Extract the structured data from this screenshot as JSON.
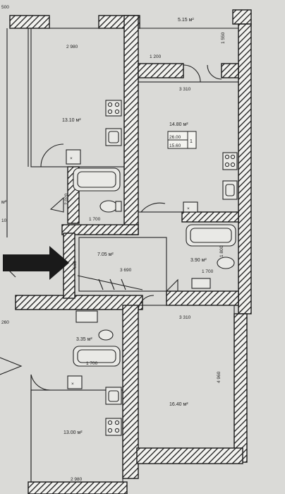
{
  "rooms": [
    {
      "id": "room-top-right",
      "area": "5.15 м²"
    },
    {
      "id": "room-left-top",
      "area": "13.10 м²"
    },
    {
      "id": "room-right-top",
      "area": "14.80 м²"
    },
    {
      "id": "room-hall",
      "area": "7.05 м²"
    },
    {
      "id": "room-right-bath",
      "area": "3.90 м²"
    },
    {
      "id": "room-left-bath",
      "area": "3.35 м²"
    },
    {
      "id": "room-right-bottom",
      "area": "16.40 м²"
    },
    {
      "id": "room-left-bottom",
      "area": "13.00 м²"
    },
    {
      "id": "room-left-edge",
      "area": "м²"
    }
  ],
  "dimensions": [
    "2 980",
    "1 200",
    "1 550",
    "3 310",
    "2 020",
    "1 700",
    "3 690",
    "1 700",
    "1 800",
    "3 310",
    "4 960",
    "1 700",
    "2 980",
    "260",
    "660",
    "10",
    "500"
  ],
  "tag": {
    "line1": "26.00",
    "line2": "15.60",
    "num": "1"
  },
  "colors": {
    "background": "#d9d9d6",
    "wall_hatch": "#1a1a1a",
    "arrow": "#1a1a1a"
  }
}
